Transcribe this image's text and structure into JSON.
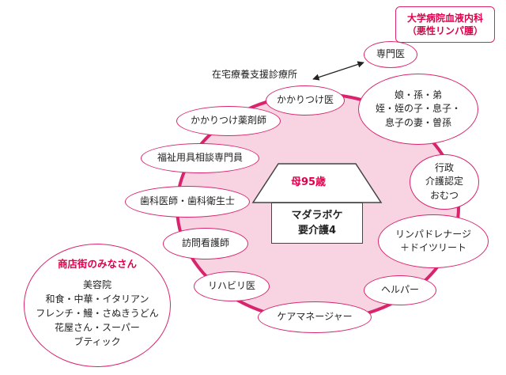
{
  "hospital": {
    "line1": "大学病院血液内科",
    "line2": "（悪性リンパ腫）"
  },
  "caption_home_clinic": "在宅療養支援診療所",
  "center": {
    "roof": "母95歳",
    "body": "マダラボケ\n要介護4"
  },
  "nodes": {
    "specialist": "専門医",
    "family_doctor": "かかりつけ医",
    "family": "娘・孫・弟\n姪・姪の子・息子・\n息子の妻・曽孫",
    "pharmacist": "かかりつけ薬剤師",
    "welfare": "福祉用具相談専門員",
    "administration": "行政\n介護認定\nおむつ",
    "dentist": "歯科医師・歯科衛生士",
    "visiting_nurse": "訪問看護師",
    "lymph": "リンパドレナージ\n＋ドイツリート",
    "rehab": "リハビリ医",
    "helper": "ヘルパー",
    "care_manager": "ケアマネージャー"
  },
  "shops": {
    "title": "商店街のみなさん",
    "body": "美容院\n和食・中華・イタリアン\nフレンチ・鰻・さぬきうどん\n花屋さん・スーパー\nブティック"
  },
  "colors": {
    "accent": "#d9246d",
    "ring_fill": "#f8d3e2",
    "title_red": "#e0004a"
  }
}
